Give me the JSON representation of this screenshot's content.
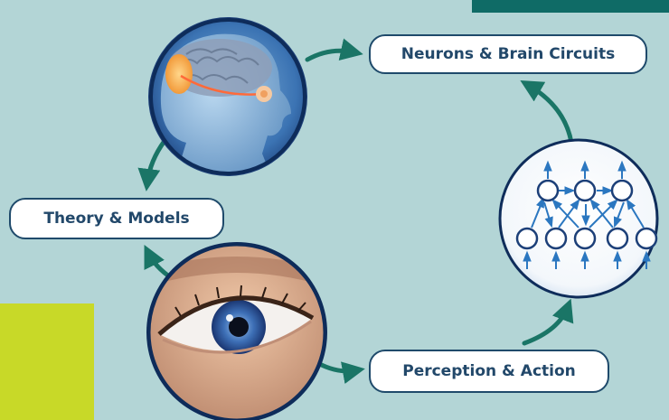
{
  "diagram": {
    "nodes": {
      "neurons": "Neurons & Brain Circuits",
      "theory": "Theory & Models",
      "perception": "Perception & Action"
    },
    "images": {
      "brain": "head-with-brain-illustration",
      "network": "neural-network-icon",
      "eye": "human-eye-illustration"
    },
    "colors": {
      "arrow": "#1a7566",
      "pill_border": "#1f4a6b",
      "pill_text": "#22486a",
      "background": "#b3d5d6",
      "accent_teal": "#0f6b66",
      "accent_lime": "#c8d928",
      "network_blue": "#2b77c0"
    }
  }
}
